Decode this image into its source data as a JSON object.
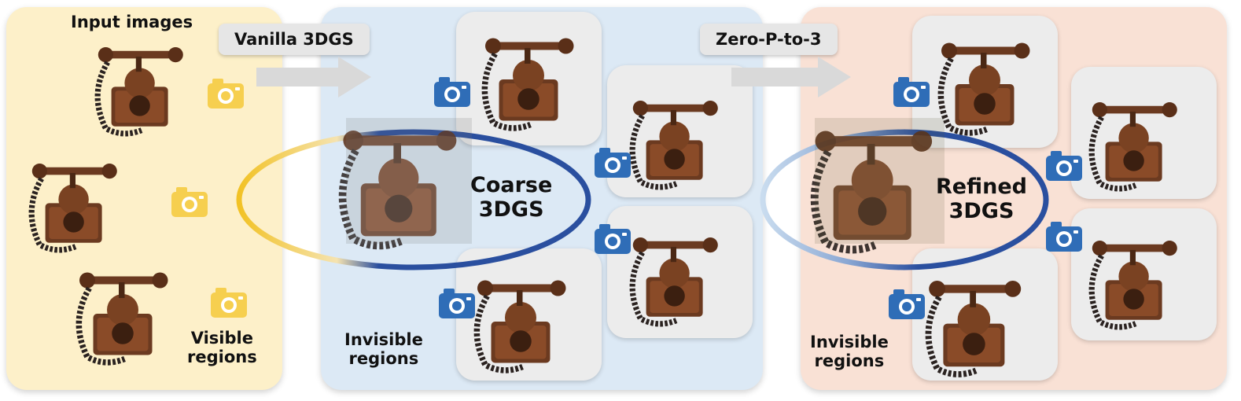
{
  "labels": {
    "input_images": "Input images",
    "visible_regions": "Visible\nregions",
    "invisible_regions_1": "Invisible\nregions",
    "invisible_regions_2": "Invisible\nregions",
    "coarse": "Coarse\n3DGS",
    "refined": "Refined\n3DGS"
  },
  "tags": {
    "vanilla": "Vanilla 3DGS",
    "zero": "Zero-P-to-3"
  },
  "colors": {
    "yellow_panel": "#fdf0c9",
    "blue_panel": "#dce9f5",
    "peach_panel": "#f9e1d5",
    "camera_yellow": "#f6cf4f",
    "camera_blue": "#2f6db7",
    "ring_blue": "#2a4f9f",
    "ring_yellow": "#f2c225",
    "arrow_gray": "#d9d9d9"
  },
  "icons": [
    "camera-icon",
    "telephone-image",
    "arrow-icon",
    "ellipse-ring"
  ]
}
